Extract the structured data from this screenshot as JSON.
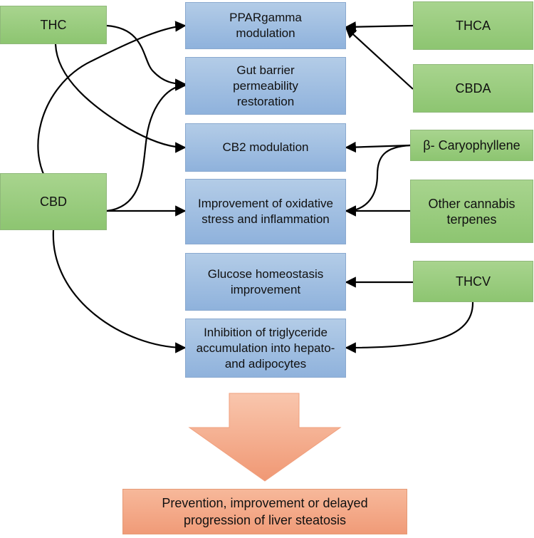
{
  "sources": {
    "thc": "THC",
    "cbd": "CBD",
    "thca": "THCA",
    "cbda": "CBDA",
    "caryophyllene": "β- Caryophyllene",
    "other_terpenes": "Other cannabis terpenes",
    "thcv": "THCV"
  },
  "effects": {
    "ppar": "PPARgamma modulation",
    "gut": "Gut barrier permeability restoration",
    "cb2": "CB2 modulation",
    "oxidative": "Improvement of oxidative stress and inflammation",
    "glucose": "Glucose homeostasis improvement",
    "triglyceride": "Inhibition of triglyceride accumulation into hepato- and adipocytes"
  },
  "outcome": "Prevention, improvement or delayed progression of liver steatosis",
  "colors": {
    "source_fill": "#98cc7c",
    "effect_fill": "#9fbde2",
    "outcome_fill": "#f4ab8b",
    "arrow": "#000000"
  }
}
